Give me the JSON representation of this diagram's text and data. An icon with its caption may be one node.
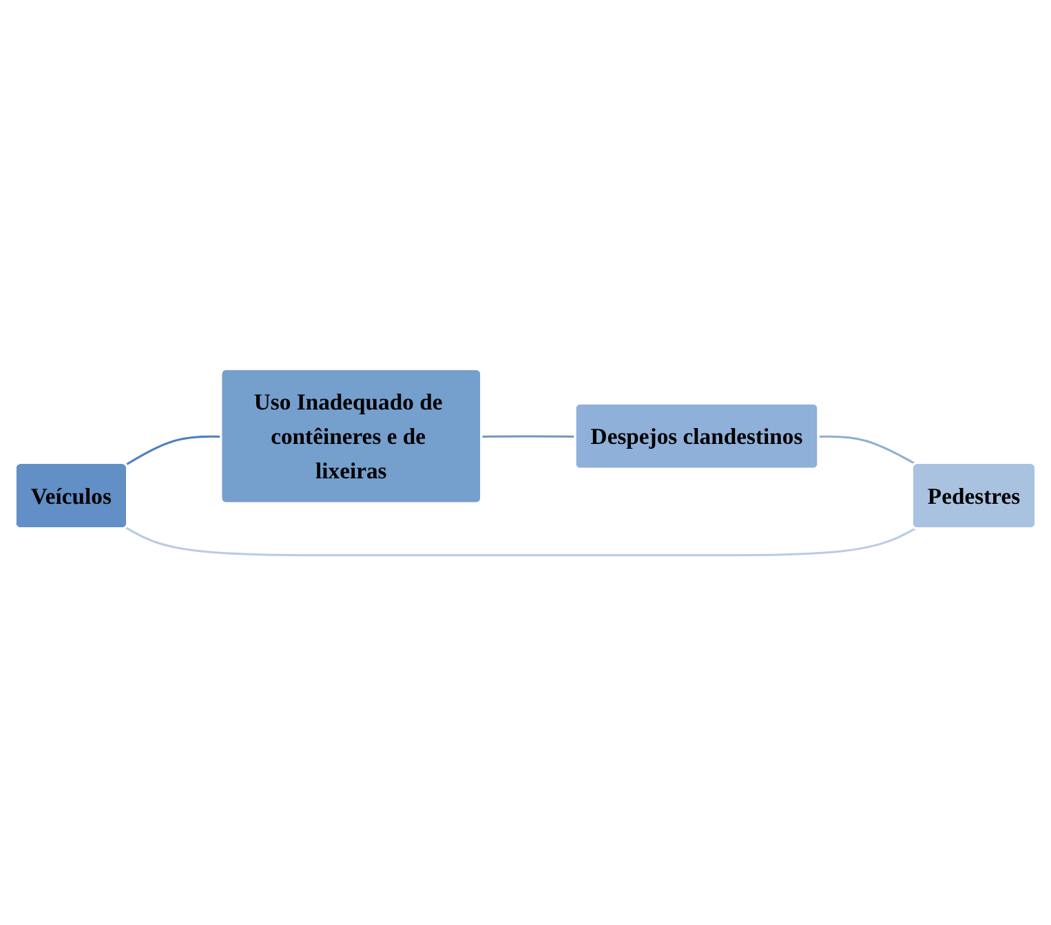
{
  "diagram": {
    "nodes": [
      {
        "text": [
          "Veículos"
        ]
      },
      {
        "text": [
          "Uso Inadequado de contêineres e de lixeiras"
        ]
      },
      {
        "text": [
          "Despejos clandestinos"
        ]
      },
      {
        "text": [
          "Pedestres"
        ]
      }
    ],
    "edges": [
      {
        "from": 0,
        "to": 1,
        "arrow": "none",
        "color": "#4f7fbf"
      },
      {
        "from": 1,
        "to": 2,
        "arrow": "none",
        "color": "#6f95c8"
      },
      {
        "from": 2,
        "to": 3,
        "arrow": "none",
        "color": "#8fadd6"
      },
      {
        "from": 3,
        "to": 0,
        "arrow": "none",
        "color": "#b9cbe5"
      }
    ]
  }
}
